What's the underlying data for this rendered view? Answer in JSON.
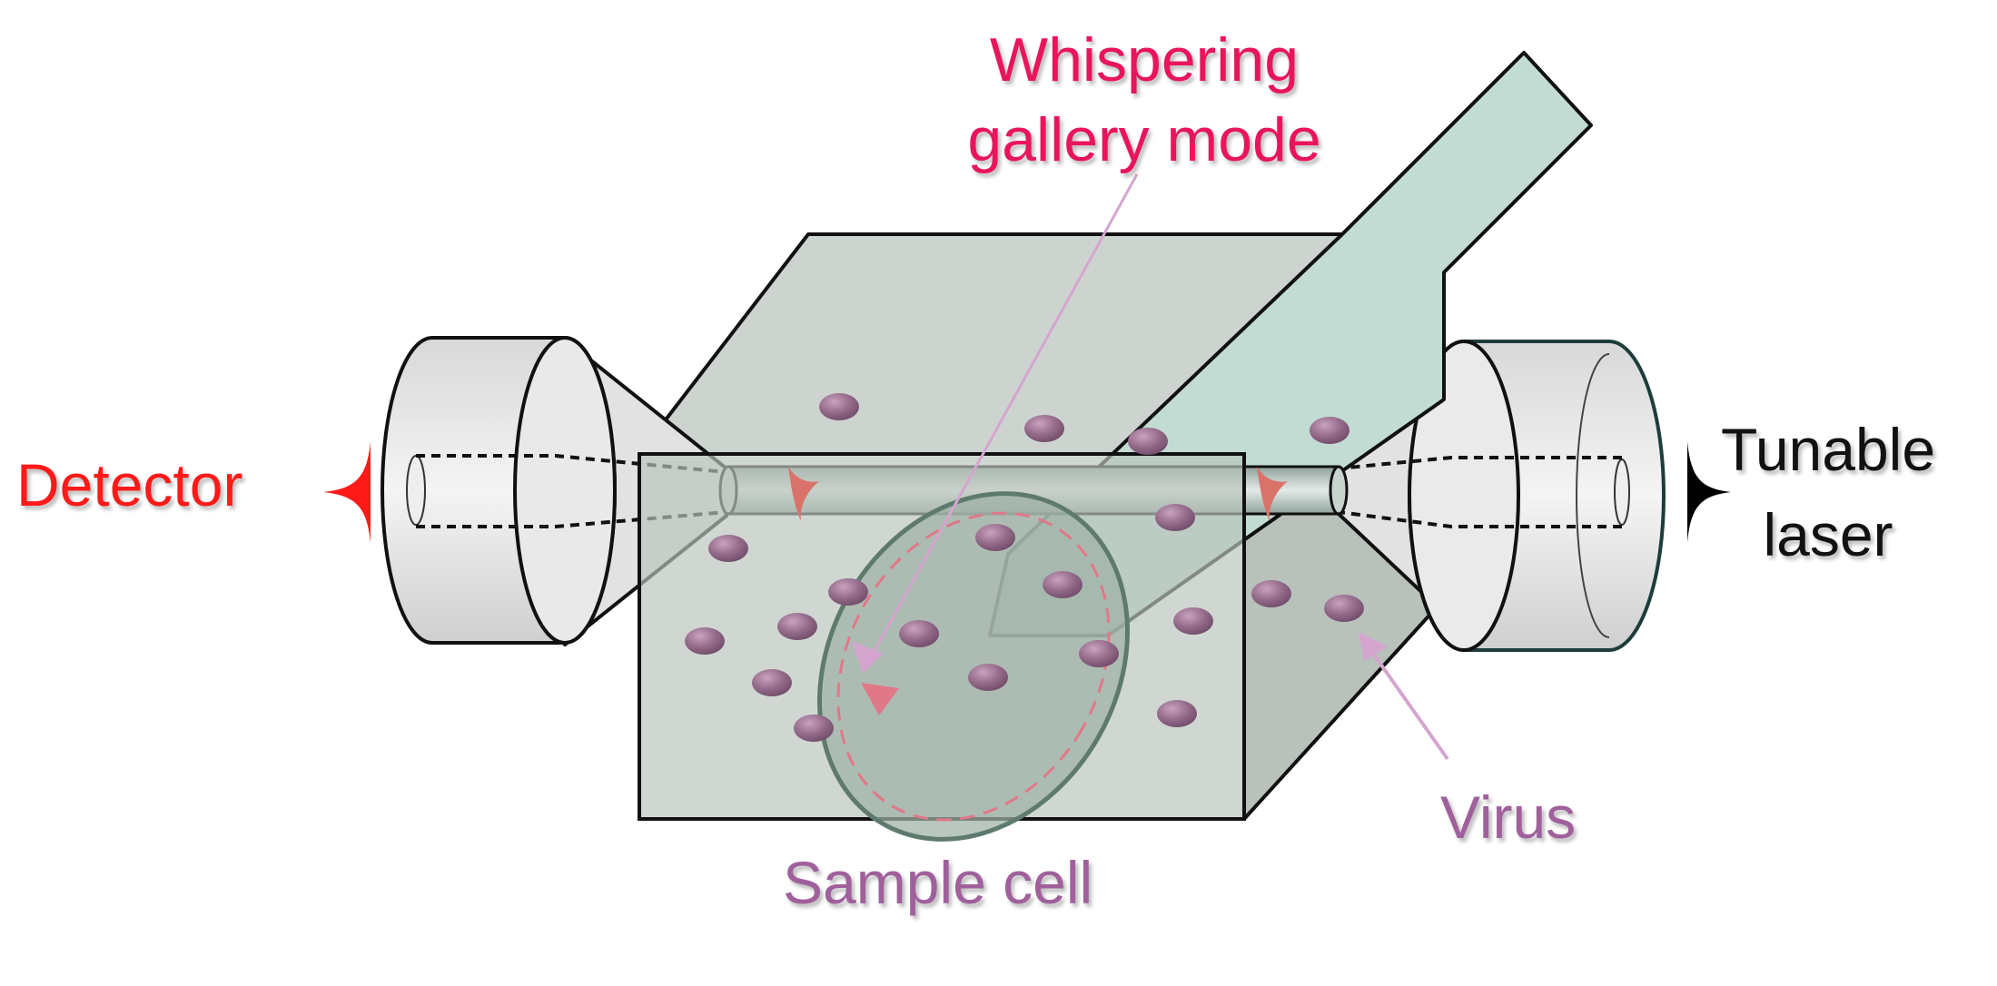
{
  "labels": {
    "whispering_line1": "Whispering",
    "whispering_line2": "gallery mode",
    "detector": "Detector",
    "tunable_line1": "Tunable",
    "tunable_line2": "laser",
    "virus": "Virus",
    "sample_cell": "Sample cell"
  },
  "colors": {
    "whispering": "#e8155e",
    "detector": "#ff1a1a",
    "laser_text": "#111111",
    "virus_text": "#a0609c",
    "sample_text": "#a0609c",
    "cell_face": "#c4ccc6",
    "cell_side": "#b6c0b9",
    "disk_fill": "#9fb1a6",
    "stem_fill": "#c2dcd3",
    "particle": "#9a7090",
    "pointer_line": "#d4a6cf",
    "mode_arrow": "#e07888",
    "pulse_red": "#ff1a1a",
    "pulse_black": "#000000"
  },
  "icons": {
    "detector_pulse": "red-pulse-icon",
    "laser_pulse": "black-pulse-icon"
  }
}
